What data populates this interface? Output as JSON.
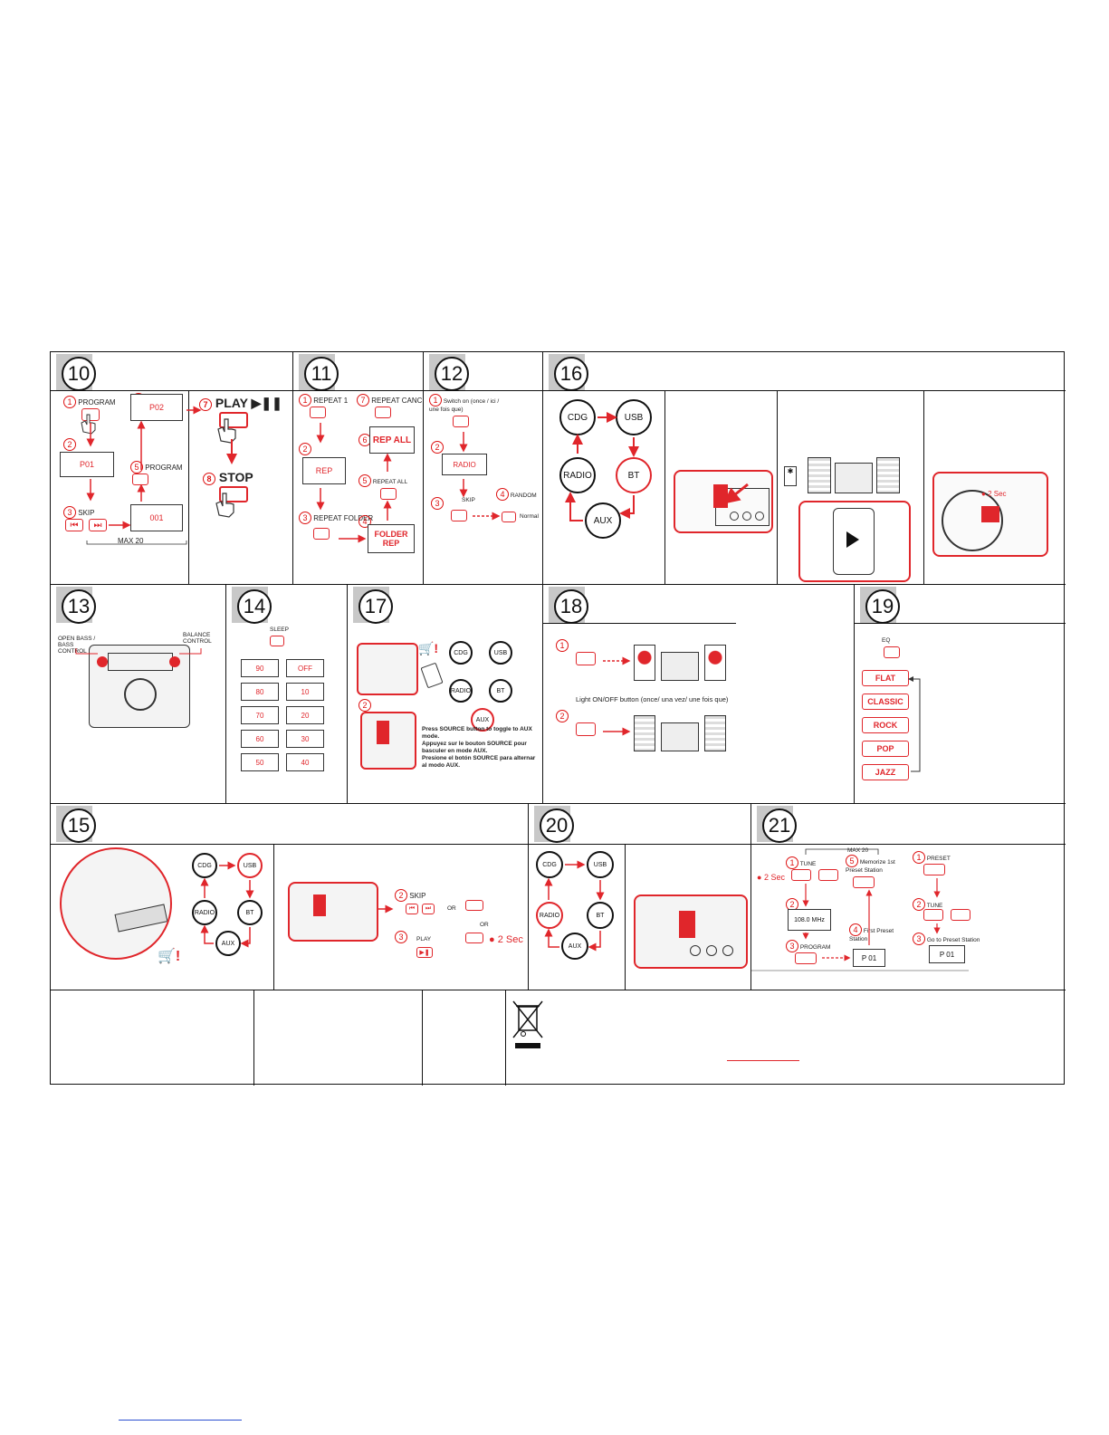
{
  "sections": {
    "s10": {
      "num": "10",
      "program": "PROGRAM",
      "p01": "P01",
      "p02": "P02",
      "program2": "PROGRAM",
      "skip": "SKIP",
      "n001": "001",
      "max": "MAX 20",
      "play": "PLAY ▶❚❚",
      "stop": "STOP"
    },
    "s11": {
      "num": "11",
      "repeat1": "REPEAT 1",
      "repeat_cancel": "REPEAT CANCEL",
      "rep": "REP",
      "rep_all": "REP ALL",
      "repeat_all": "REPEAT ALL",
      "repeat_folder": "REPEAT FOLDER",
      "folder_rep": "FOLDER REP"
    },
    "s12": {
      "num": "12",
      "line1": "Switch on (once / ici / une fois que)",
      "radio": "RADIO",
      "skip": "SKIP",
      "random": "RANDOM",
      "normal": "Normal"
    },
    "s16": {
      "num": "16",
      "cdg": "CDG",
      "usb": "USB",
      "radio": "RADIO",
      "bt": "BT",
      "aux": "AUX",
      "two_sec": "2 Sec"
    },
    "s13": {
      "num": "13",
      "left_note": "OPEN BASS / BASS CONTROL",
      "right_note": "BALANCE CONTROL"
    },
    "s14": {
      "num": "14",
      "sleep": "SLEEP",
      "values_left": [
        "90",
        "80",
        "70",
        "60",
        "50"
      ],
      "values_right": [
        "OFF",
        "10",
        "20",
        "30",
        "40"
      ]
    },
    "s17": {
      "num": "17",
      "cdg": "CDG",
      "usb": "USB",
      "radio": "RADIO",
      "bt": "BT",
      "aux": "AUX",
      "text": "Press SOURCE button to toggle to AUX mode.\nAppuyez sur le bouton SOURCE pour basculer en mode AUX.\nPresione el botón SOURCE para alternar al modo AUX."
    },
    "s18": {
      "num": "18",
      "light": "Light ON/OFF button (once/ una vez/ une fois que)"
    },
    "s19": {
      "num": "19",
      "eq": "EQ",
      "modes": [
        "FLAT",
        "CLASSIC",
        "ROCK",
        "POP",
        "JAZZ"
      ]
    },
    "s15": {
      "num": "15",
      "cdg": "CDG",
      "usb": "USB",
      "radio": "RADIO",
      "bt": "BT",
      "aux": "AUX",
      "skip": "SKIP",
      "or": "OR",
      "play": "PLAY",
      "two_sec": "2 Sec"
    },
    "s20": {
      "num": "20",
      "cdg": "CDG",
      "usb": "USB",
      "radio": "RADIO",
      "bt": "BT",
      "aux": "AUX"
    },
    "s21": {
      "num": "21",
      "max": "MAX 20",
      "tune": "TUNE",
      "memorize": "Memorize 1st Preset Station",
      "freq": "108.0 MHz",
      "program": "PROGRAM",
      "first_preset": "First Preset Station",
      "p01": "P 01",
      "preset": "PRESET",
      "tune2": "TUNE",
      "go_preset": "Go to Preset Station",
      "p01b": "P 01",
      "two_sec": "2 Sec"
    }
  },
  "colors": {
    "accent": "#e0262b",
    "line": "#111111",
    "tab": "#c8c8c8"
  }
}
